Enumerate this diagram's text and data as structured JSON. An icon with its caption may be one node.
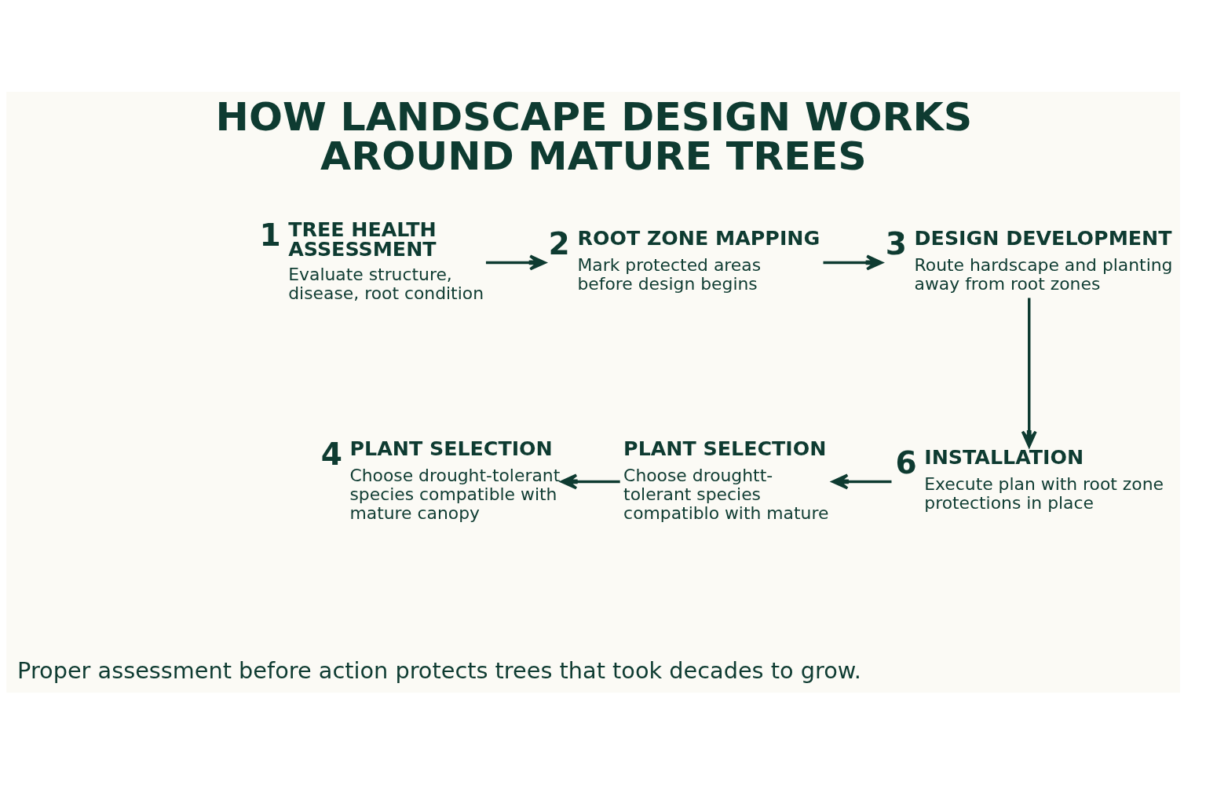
{
  "diagram": {
    "title": "HOW LANDSCAPE DESIGN WORKS AROUND MATURE TREES",
    "caption": "Proper assessment before action protects trees that took decades to grow.",
    "nodes": [
      {
        "text": [
          "1",
          "TREE HEALTH ASSESSMENT",
          "Evaluate structure, disease, root condition"
        ]
      },
      {
        "text": [
          "2",
          "ROOT ZONE MAPPING",
          "Mark protected areas before design begins"
        ]
      },
      {
        "text": [
          "3",
          "DESIGN DEVELOPMENT",
          "Route hardscape and planting away from root zones"
        ]
      },
      {
        "text": [
          "4",
          "PLANT SELECTION",
          "Choose drought-tolerant species compatible with mature canopy"
        ]
      },
      {
        "text": [
          "PLANT SELECTION",
          "Choose droughtt- tolerant species compatiblo with mature"
        ]
      },
      {
        "text": [
          "6",
          "INSTALLATION",
          "Execute plan with root zone protections in place"
        ]
      }
    ],
    "edges": [
      {
        "from": 0,
        "to": 1,
        "arrow": "to"
      },
      {
        "from": 1,
        "to": 2,
        "arrow": "to"
      },
      {
        "from": 2,
        "to": 5,
        "arrow": "to"
      },
      {
        "from": 5,
        "to": 4,
        "arrow": "to"
      },
      {
        "from": 4,
        "to": 3,
        "arrow": "to"
      }
    ]
  }
}
